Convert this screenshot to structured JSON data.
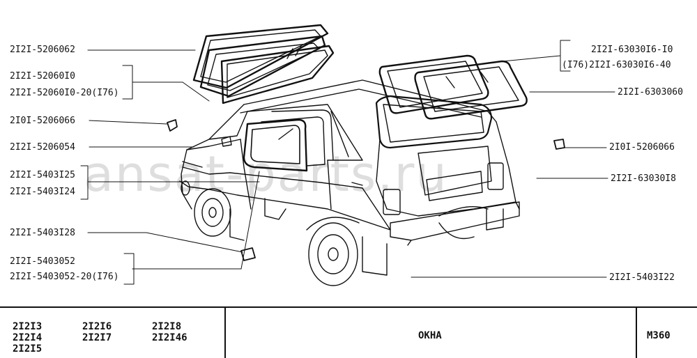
{
  "labels": {
    "l1": "2I2I-5206062",
    "l2": "2I2I-52060I0",
    "l3": "2I2I-52060I0-20(I76)",
    "l4": "2I0I-5206066",
    "l5": "2I2I-5206054",
    "l6": "2I2I-5403I25",
    "l7": "2I2I-5403I24",
    "l8": "2I2I-5403I28",
    "l9": "2I2I-5403052",
    "l10": "2I2I-5403052-20(I76)",
    "r1": "2I2I-63030I6-I0",
    "r2": "(I76)2I2I-63030I6-40",
    "r3": "2I2I-6303060",
    "r4": "2I0I-5206066",
    "r5": "2I2I-63030I8",
    "r6": "2I2I-5403I22"
  },
  "watermark": "ansat-parts.ru",
  "footer": {
    "models_col1": [
      "2I2I3",
      "2I2I4",
      "2I2I5"
    ],
    "models_col2": [
      "2I2I6",
      "2I2I7"
    ],
    "models_col3": [
      "2I2I8",
      "2I2I46"
    ],
    "title": "ОКНА",
    "code": "М360"
  }
}
